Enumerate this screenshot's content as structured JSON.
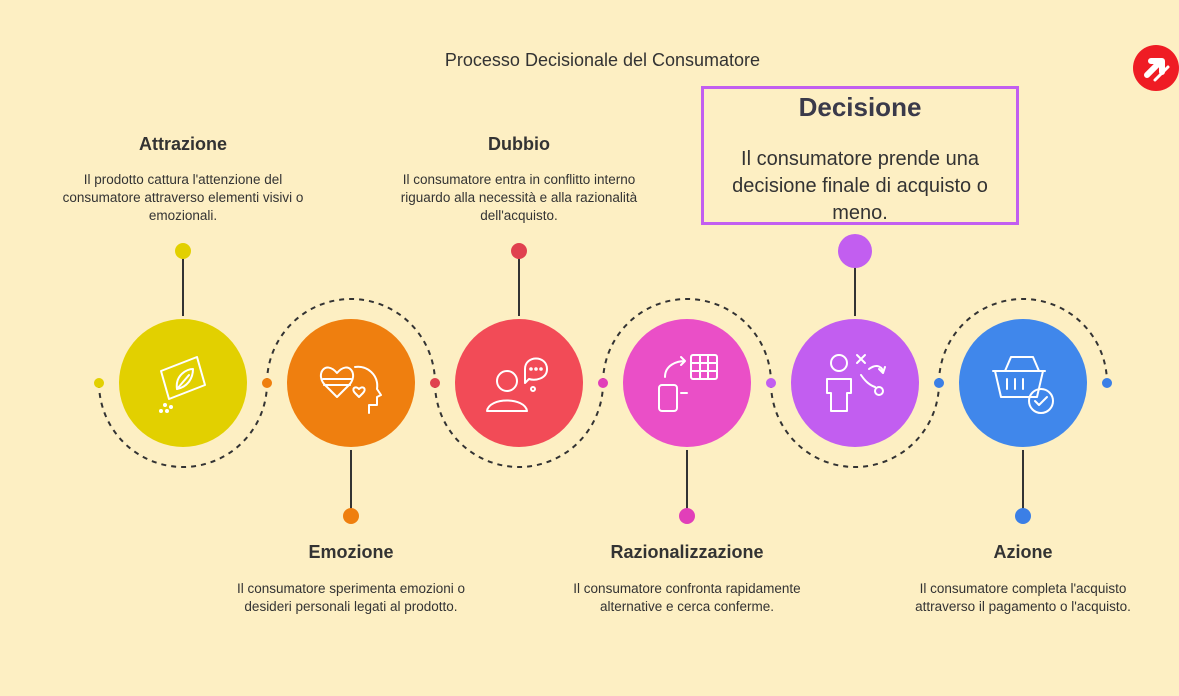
{
  "title": "Processo Decisionale del Consumatore",
  "steps": [
    {
      "name": "Attrazione",
      "desc": "Il prodotto cattura l'attenzione del consumatore attraverso elementi visivi o emozionali.",
      "color": "#e2d000",
      "dot": "#e2d000",
      "icon": "sign-leaf-icon",
      "label_pos": "top"
    },
    {
      "name": "Emozione",
      "desc": "Il consumatore sperimenta emozioni o desideri personali legati al prodotto.",
      "color": "#ef7f0f",
      "dot": "#ef7f0f",
      "icon": "heart-head-icon",
      "label_pos": "bottom"
    },
    {
      "name": "Dubbio",
      "desc": "Il consumatore entra in conflitto interno riguardo alla necessità e alla razionalità dell'acquisto.",
      "color": "#f24b57",
      "dot": "#e0414f",
      "icon": "person-thinking-icon",
      "label_pos": "top"
    },
    {
      "name": "Razionalizzazione",
      "desc": "Il consumatore confronta rapidamente alternative e cerca conferme.",
      "color": "#ea4fc7",
      "dot": "#e13fb9",
      "icon": "compare-devices-icon",
      "label_pos": "bottom"
    },
    {
      "name": "Decisione",
      "desc": "Il consumatore prende una decisione finale di acquisto o meno.",
      "color": "#c25ef0",
      "dot": "#c25ef0",
      "icon": "strategy-person-icon",
      "label_pos": "top"
    },
    {
      "name": "Azione",
      "desc": "Il consumatore completa l'acquisto attraverso il pagamento o l'acquisto.",
      "color": "#4087eb",
      "dot": "#3b7fe6",
      "icon": "basket-check-icon",
      "label_pos": "bottom"
    }
  ],
  "highlight_index": 4,
  "colors": {
    "background": "#fdefc3",
    "connector": "#333333",
    "text": "#333333"
  }
}
